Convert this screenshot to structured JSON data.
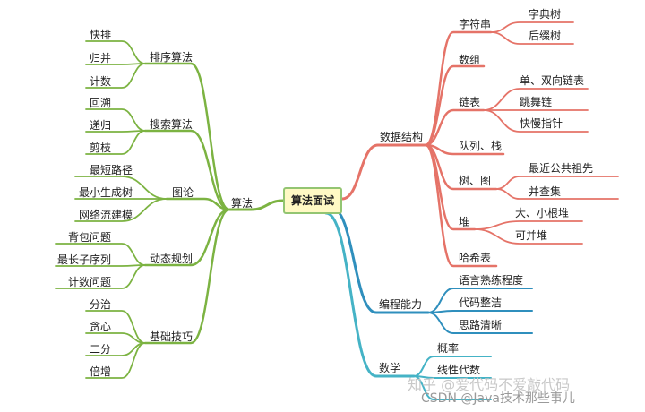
{
  "root": "算法面试",
  "left": {
    "label": "算法",
    "groups": [
      {
        "label": "排序算法",
        "items": [
          "快排",
          "归并",
          "计数"
        ]
      },
      {
        "label": "搜索算法",
        "items": [
          "回溯",
          "递归",
          "剪枝"
        ]
      },
      {
        "label": "图论",
        "items": [
          "最短路径",
          "最小生成树",
          "网络流建模"
        ]
      },
      {
        "label": "动态规划",
        "items": [
          "背包问题",
          "最长子序列",
          "计数问题"
        ]
      },
      {
        "label": "基础技巧",
        "items": [
          "分治",
          "贪心",
          "二分",
          "倍增"
        ]
      }
    ]
  },
  "right": [
    {
      "label": "数据结构",
      "children": [
        {
          "label": "字符串",
          "children": [
            "字典树",
            "后缀树"
          ]
        },
        {
          "label": "数组",
          "children": []
        },
        {
          "label": "链表",
          "children": [
            "单、双向链表",
            "跳舞链",
            "快慢指针"
          ]
        },
        {
          "label": "队列、栈",
          "children": []
        },
        {
          "label": "树、图",
          "children": [
            "最近公共祖先",
            "并查集"
          ]
        },
        {
          "label": "堆",
          "children": [
            "大、小根堆",
            "可并堆"
          ]
        },
        {
          "label": "哈希表",
          "children": []
        }
      ]
    },
    {
      "label": "编程能力",
      "children": [
        {
          "label": "语言熟练程度",
          "children": []
        },
        {
          "label": "代码整洁",
          "children": []
        },
        {
          "label": "思路清晰",
          "children": []
        }
      ]
    },
    {
      "label": "数学",
      "children": [
        {
          "label": "概率",
          "children": []
        },
        {
          "label": "线性代数",
          "children": []
        },
        {
          "label": "",
          "children": []
        }
      ]
    }
  ],
  "colors": {
    "left": "#7cb342",
    "data_structure": "#e57368",
    "programming": "#2f8fbd",
    "math": "#45b3c6"
  },
  "watermarks": [
    "知乎 @爱代码不爱敲代码",
    "CSDN @Java技术那些事儿"
  ]
}
